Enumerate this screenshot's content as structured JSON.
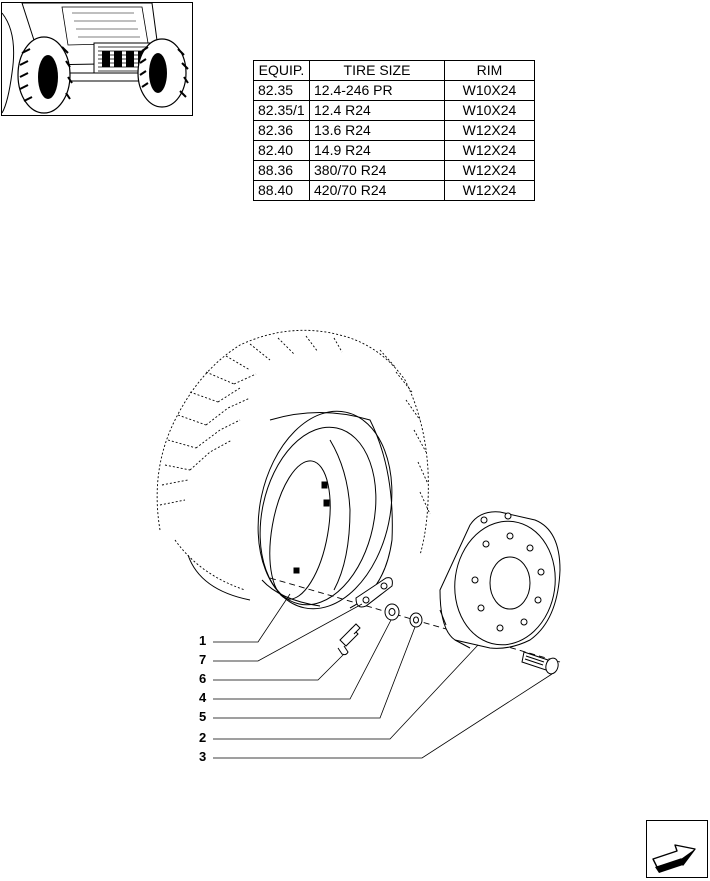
{
  "table": {
    "headers": [
      "EQUIP.",
      "TIRE SIZE",
      "RIM"
    ],
    "rows": [
      [
        "82.35",
        "12.4-246 PR",
        "W10X24"
      ],
      [
        "82.35/1",
        "12.4  R24",
        "W10X24"
      ],
      [
        "82.36",
        "13.6  R24",
        "W12X24"
      ],
      [
        "82.40",
        "14.9  R24",
        "W12X24"
      ],
      [
        "88.36",
        "380/70 R24",
        "W12X24"
      ],
      [
        "88.40",
        "420/70 R24",
        "W12X24"
      ]
    ]
  },
  "callouts": [
    "1",
    "7",
    "6",
    "4",
    "5",
    "2",
    "3"
  ],
  "icons": {
    "thumbnail": "tractor-front-thumbnail",
    "navigation": "arrow-right-icon"
  }
}
